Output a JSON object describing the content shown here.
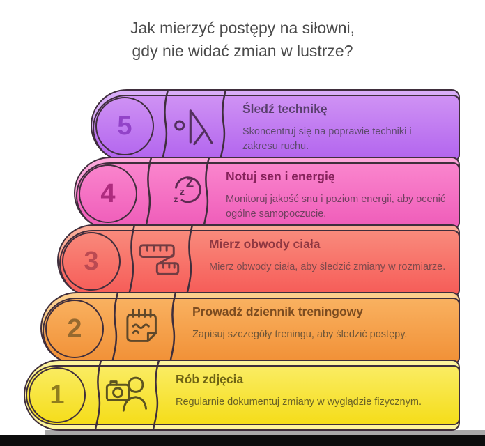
{
  "header": {
    "title_line1": "Jak mierzyć postępy na siłowni,",
    "title_line2": "gdy nie widać zmian w lustrze?",
    "title_color": "#4b4b4b"
  },
  "steps": [
    {
      "number": "5",
      "title": "Śledź technikę",
      "description": "Skoncentruj się na poprawie techniki i zakresu ruchu.",
      "icon": "stretching-person-icon",
      "colors": {
        "body_top": "#cf92f4",
        "body_bottom": "#b264ee",
        "lip": "#d9aef8",
        "number": "#9243c8",
        "title": "#593f6d",
        "description": "#5e4a6e",
        "outline": "#3f2e3c"
      }
    },
    {
      "number": "4",
      "title": "Notuj sen i energię",
      "description": "Monitoruj jakość snu i poziom energii, aby ocenić ogólne samopoczucie.",
      "icon": "sleep-moon-icon",
      "colors": {
        "body_top": "#fa85cd",
        "body_bottom": "#ef5cb9",
        "lip": "#fca6da",
        "number": "#ad2c7e",
        "title": "#85225a",
        "description": "#714060",
        "outline": "#3f2e3c"
      }
    },
    {
      "number": "3",
      "title": "Mierz obwody ciała",
      "description": "Mierz obwody ciała, aby śledzić zmiany w rozmiarze.",
      "icon": "measuring-tape-icon",
      "colors": {
        "body_top": "#f98a7c",
        "body_bottom": "#f65b57",
        "lip": "#fbab97",
        "number": "#bb4a52",
        "title": "#8f3741",
        "description": "#7d4a4c",
        "outline": "#3f2e3c"
      }
    },
    {
      "number": "2",
      "title": "Prowadź dziennik treningowy",
      "description": "Zapisuj szczegóły treningu, aby śledzić postępy.",
      "icon": "notebook-icon",
      "colors": {
        "body_top": "#f9b160",
        "body_bottom": "#f19036",
        "lip": "#fccf8d",
        "number": "#96692f",
        "title": "#7c4c20",
        "description": "#6f5638",
        "outline": "#3f2e3c"
      }
    },
    {
      "number": "1",
      "title": "Rób zdjęcia",
      "description": "Regularnie dokumentuj zmiany w wyglądzie fizycznym.",
      "icon": "camera-person-icon",
      "colors": {
        "body_top": "#faec63",
        "body_bottom": "#f5dd1a",
        "lip": "#fdf49c",
        "number": "#8f7d1e",
        "title": "#6e6314",
        "description": "#6a6226",
        "outline": "#3f2e3c"
      }
    }
  ],
  "footer": {
    "bottom_bar_color": "#0d0d0d",
    "shadow_color": "#a9a9a9"
  }
}
